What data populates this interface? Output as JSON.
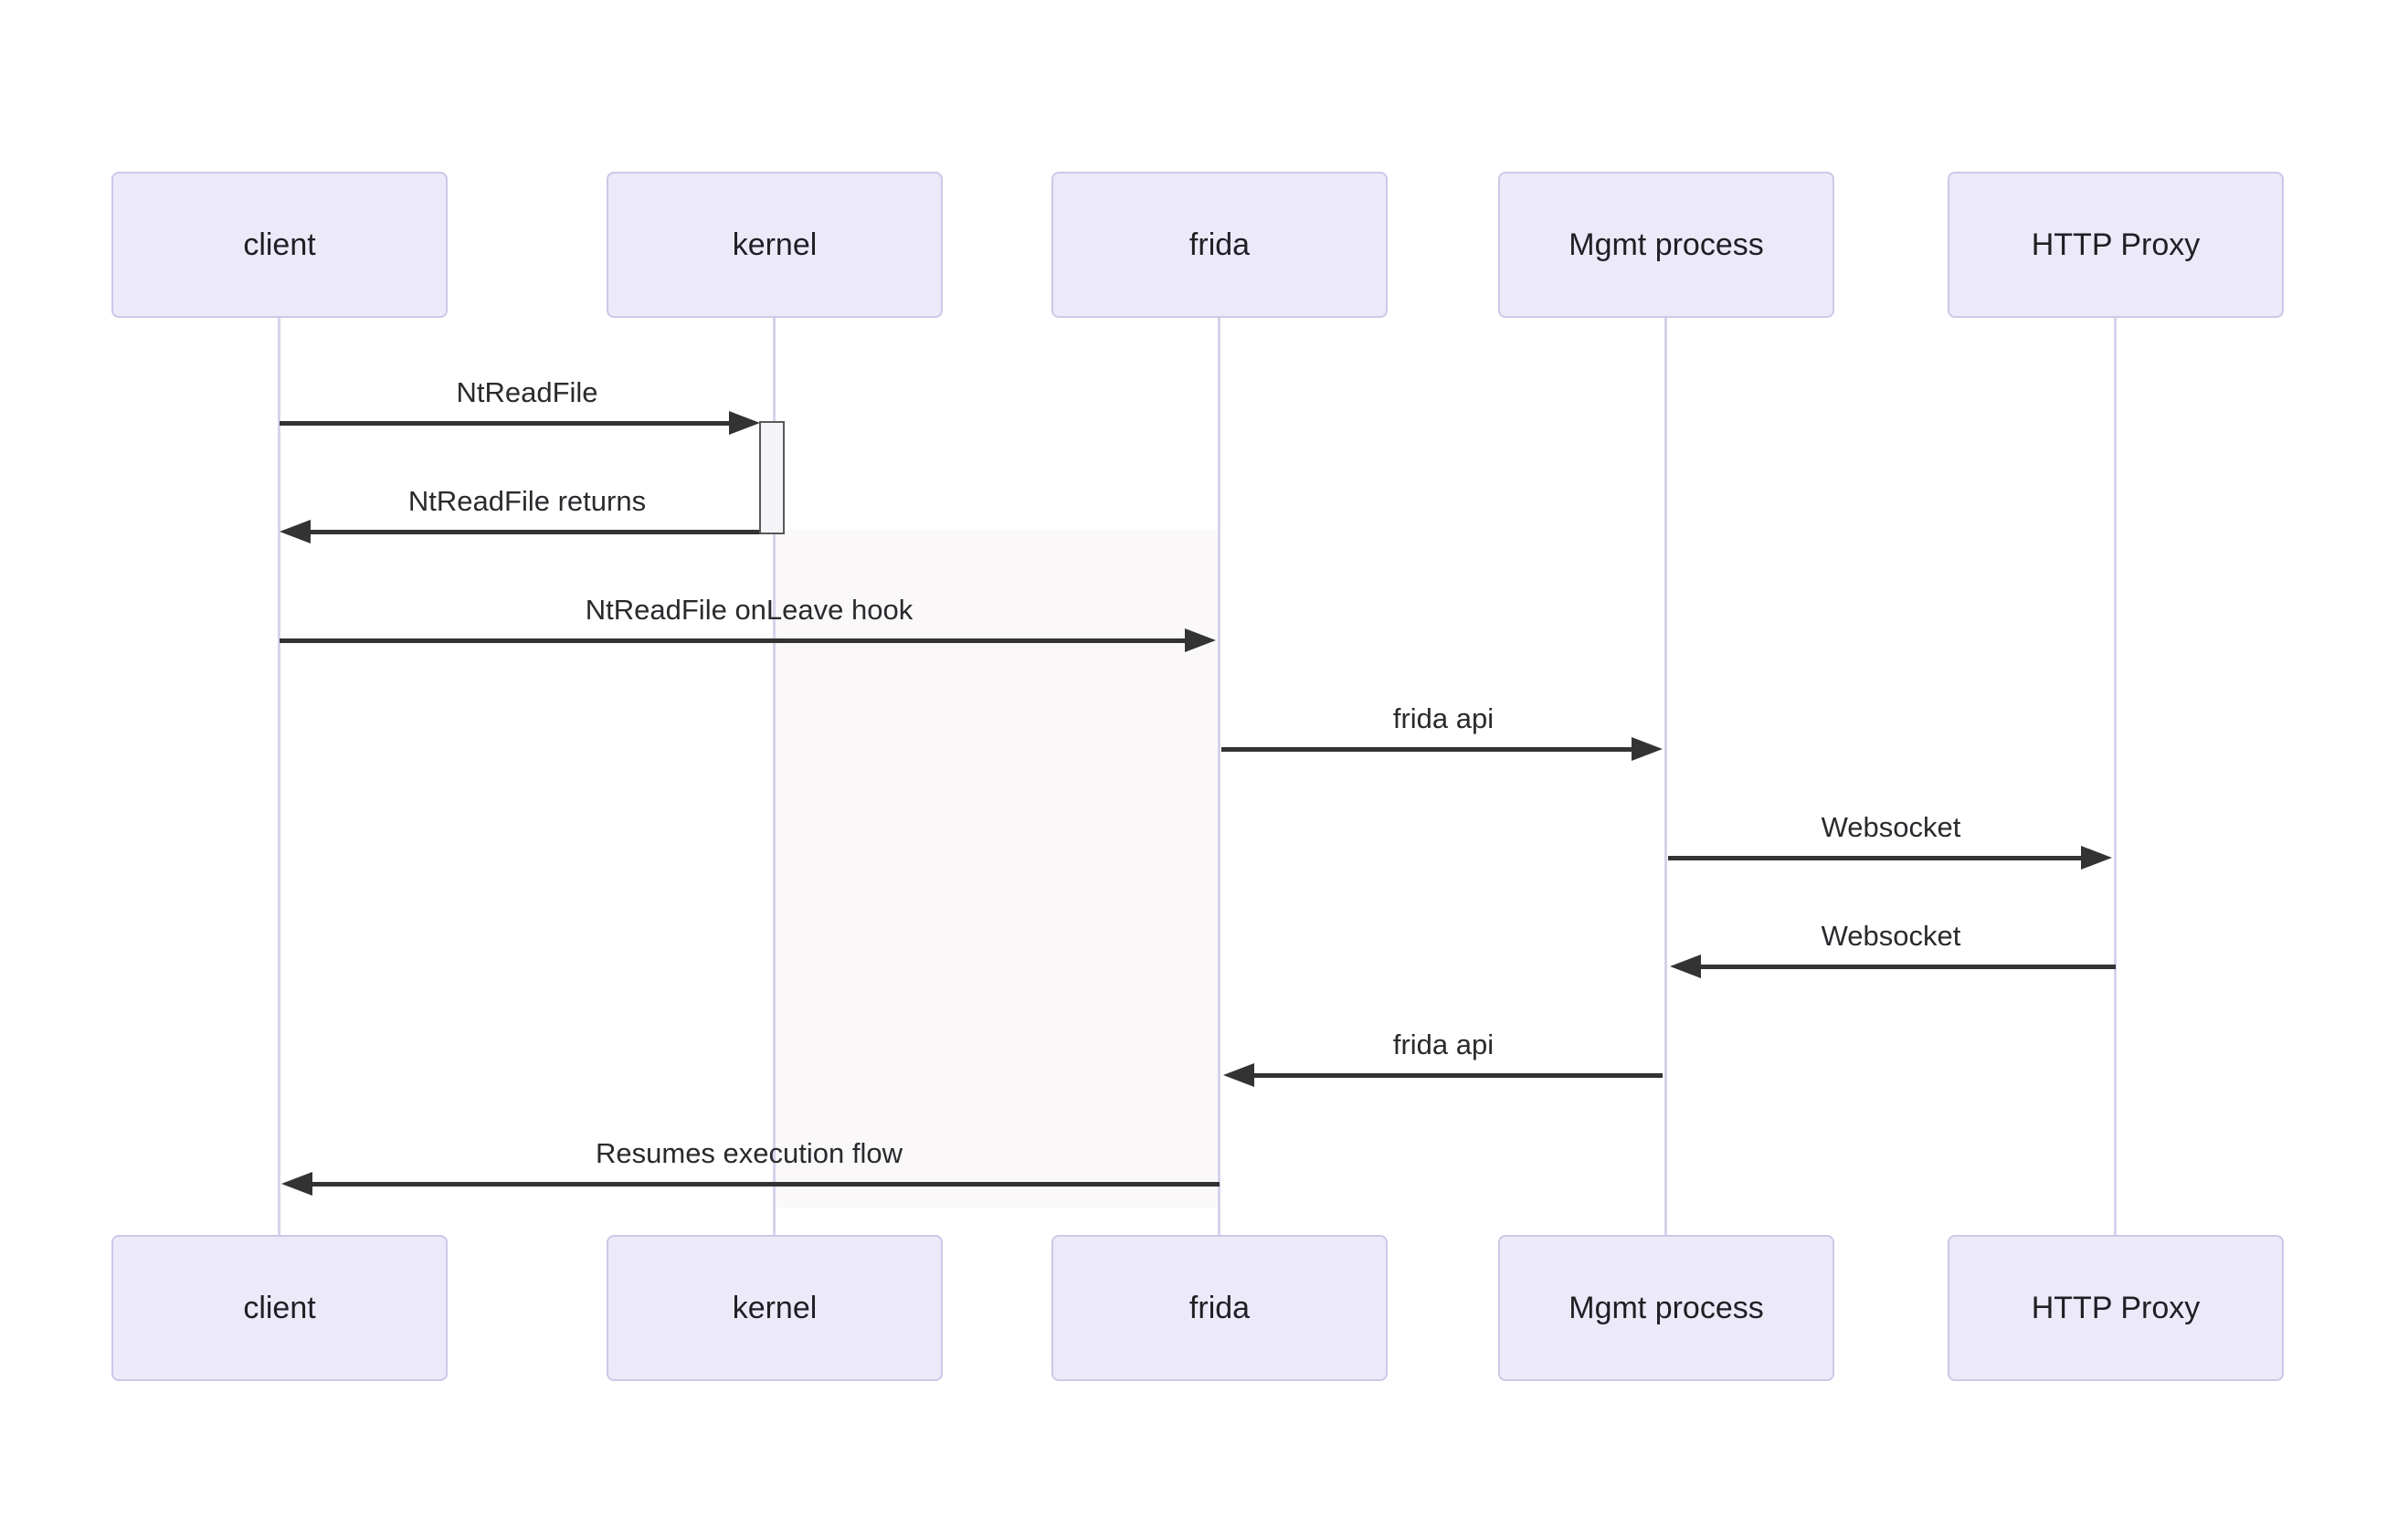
{
  "diagram": {
    "type": "sequence",
    "participants": [
      {
        "id": "client",
        "name": "client"
      },
      {
        "id": "kernel",
        "name": "kernel"
      },
      {
        "id": "frida",
        "name": "frida"
      },
      {
        "id": "mgmt",
        "name": "Mgmt process"
      },
      {
        "id": "proxy",
        "name": "HTTP Proxy"
      }
    ],
    "messages": [
      {
        "from": "client",
        "to": "kernel",
        "label": "NtReadFile",
        "direction": "right",
        "line": "solid"
      },
      {
        "from": "kernel",
        "to": "client",
        "label": "NtReadFile returns",
        "direction": "left",
        "line": "solid"
      },
      {
        "from": "client",
        "to": "frida",
        "label": "NtReadFile onLeave hook",
        "direction": "right",
        "line": "solid"
      },
      {
        "from": "frida",
        "to": "mgmt",
        "label": "frida api",
        "direction": "right",
        "line": "solid"
      },
      {
        "from": "mgmt",
        "to": "proxy",
        "label": "Websocket",
        "direction": "right",
        "line": "solid"
      },
      {
        "from": "proxy",
        "to": "mgmt",
        "label": "Websocket",
        "direction": "left",
        "line": "solid"
      },
      {
        "from": "mgmt",
        "to": "frida",
        "label": "frida api",
        "direction": "left",
        "line": "solid"
      },
      {
        "from": "frida",
        "to": "client",
        "label": "Resumes execution flow",
        "direction": "left",
        "line": "solid"
      }
    ],
    "activations": [
      {
        "participant": "kernel",
        "from_message": "NtReadFile",
        "to_message": "NtReadFile returns"
      }
    ],
    "colors": {
      "actor-fill": "#eceaf9",
      "actor-border": "#ccc8e8",
      "lifeline": "#d8d1ed",
      "arrow": "#333333",
      "activation-fill": "#f4f3f8",
      "activation-border": "#595959",
      "highlight": "#faf8f9",
      "text": "#1f1f24",
      "msgtext": "#2a2a2e"
    }
  }
}
